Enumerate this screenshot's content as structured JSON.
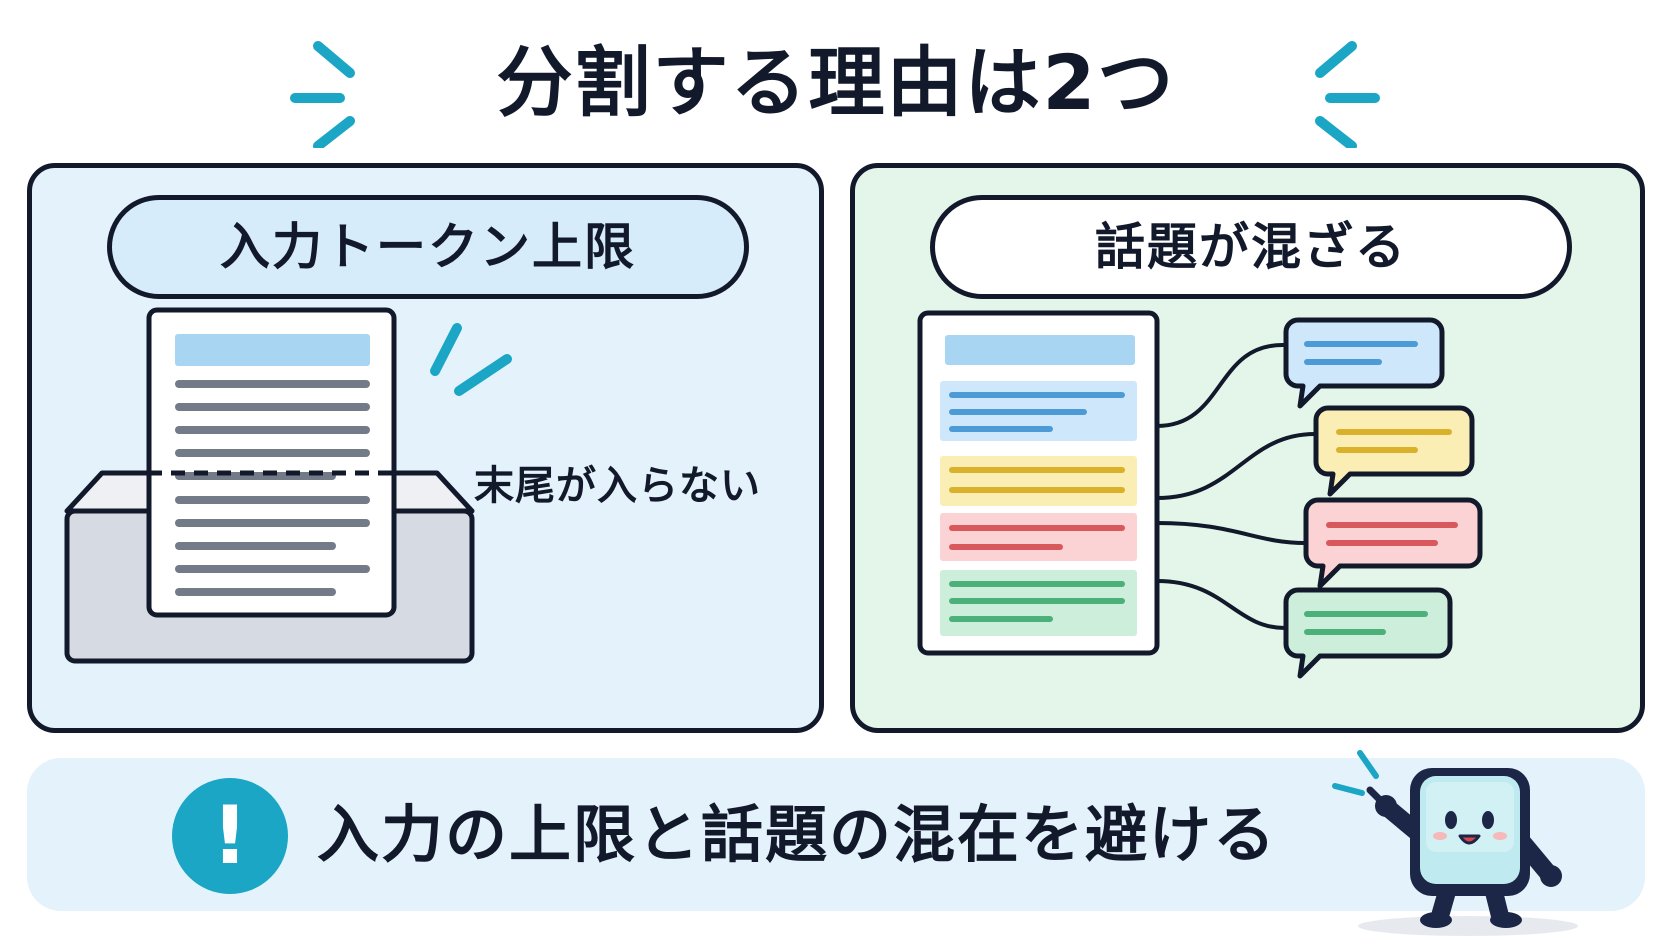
{
  "title": "分割する理由は2つ",
  "panels": {
    "left": {
      "heading": "入力トークン上限",
      "caption": "末尾が入らない"
    },
    "right": {
      "heading": "話題が混ざる"
    }
  },
  "banner": {
    "icon_glyph": "!",
    "text": "入力の上限と話題の混在を避ける"
  },
  "colors": {
    "ink": "#12192b",
    "accent": "#1aa6c4",
    "left_panel_bg": "#e4f2fb",
    "right_panel_bg": "#e4f6ea",
    "topic_blue": "#4d9bd6",
    "topic_yellow": "#d9b12a",
    "topic_red": "#d9585b",
    "topic_green": "#4bb07a"
  },
  "icons": [
    "sparkle-icon",
    "document-icon",
    "tray-icon",
    "speech-bubble-icon",
    "warning-icon",
    "mascot-icon"
  ]
}
